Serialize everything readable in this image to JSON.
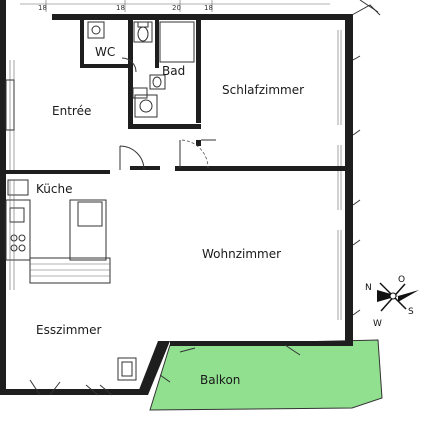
{
  "rooms": {
    "wc": "WC",
    "bad": "Bad",
    "schlafzimmer": "Schlafzimmer",
    "entree": "Entrée",
    "kueche": "Küche",
    "wohnzimmer": "Wohnzimmer",
    "esszimmer": "Esszimmer",
    "balkon": "Balkon"
  },
  "dimensions": [
    "18",
    "18",
    "20",
    "18"
  ],
  "compass": {
    "n": "N",
    "o": "O",
    "s": "S",
    "w": "W"
  },
  "colors": {
    "balcony": "#90e090",
    "wall": "#1e1e1e"
  }
}
